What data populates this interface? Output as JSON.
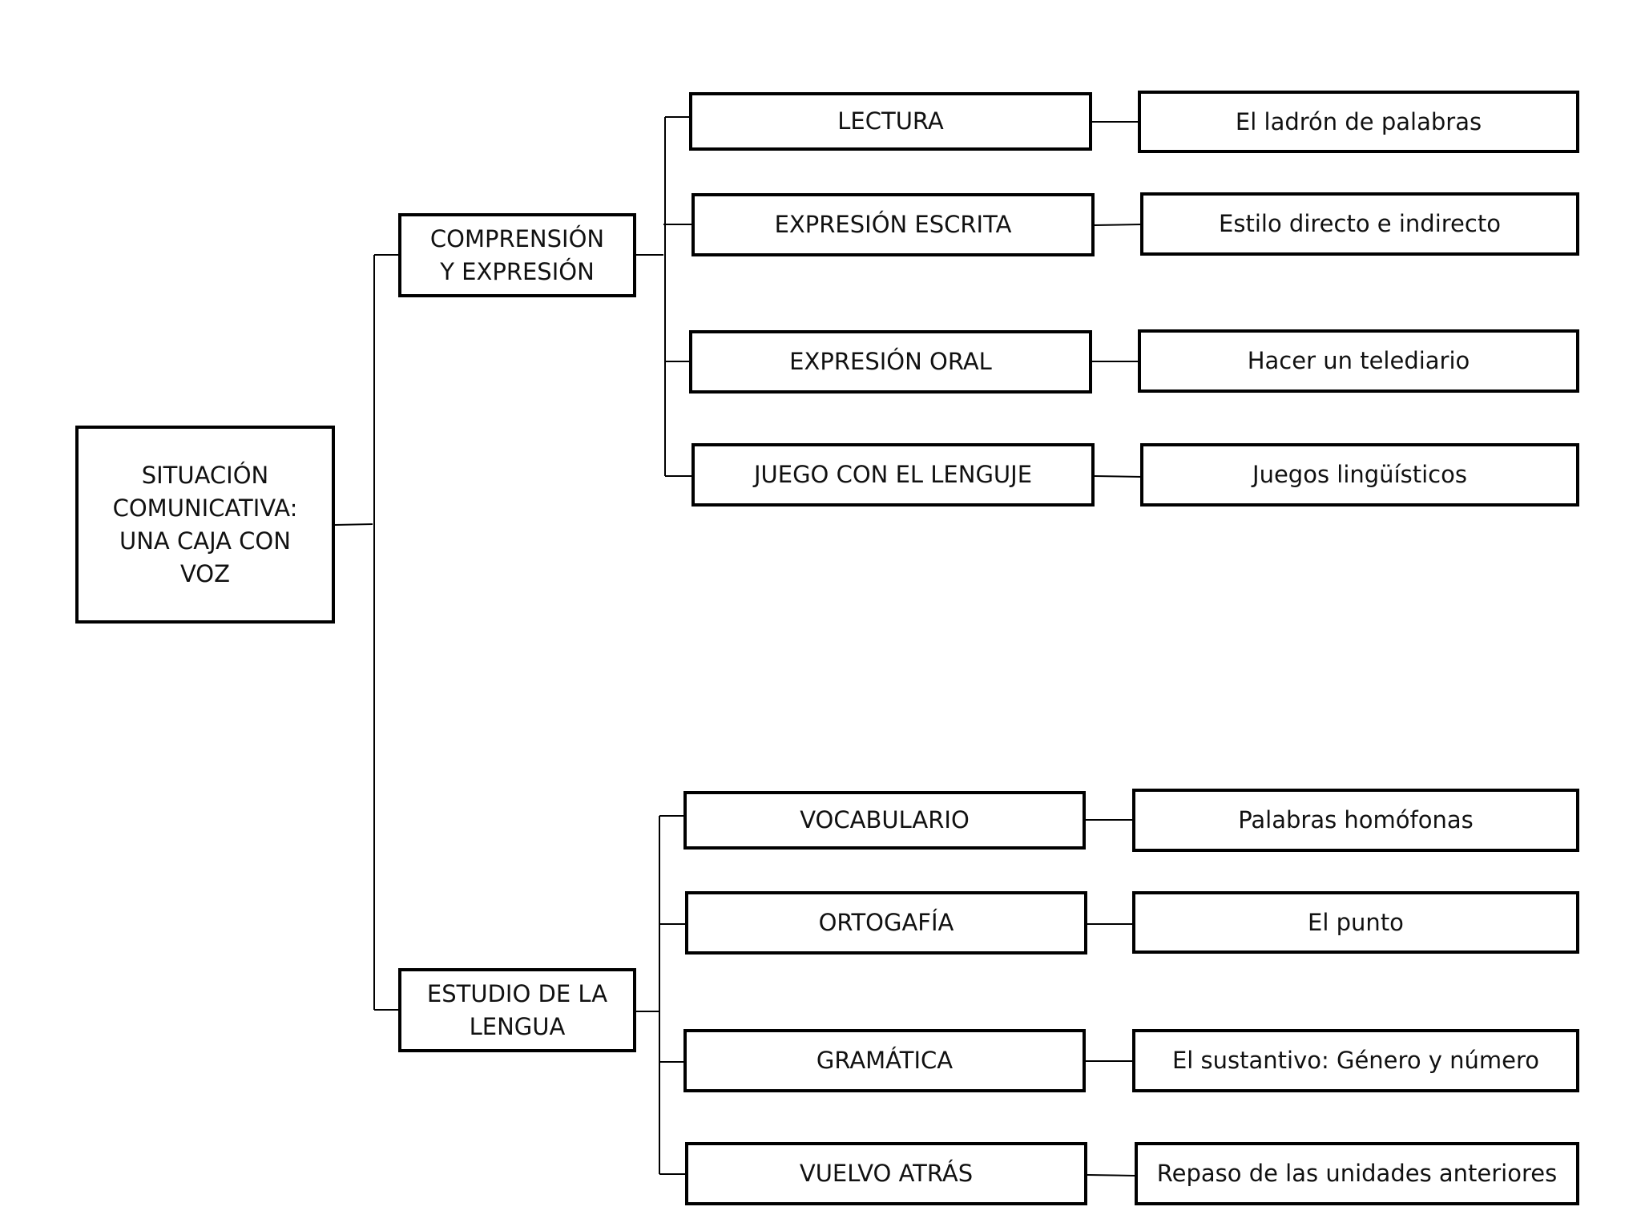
{
  "root": {
    "label": "SITUACIÓN\nCOMUNICATIVA:\nUNA CAJA CON\nVOZ"
  },
  "branches": [
    {
      "label": "COMPRENSIÓN\nY EXPRESIÓN",
      "items": [
        {
          "label": "LECTURA",
          "detail": "El ladrón de palabras"
        },
        {
          "label": "EXPRESIÓN ESCRITA",
          "detail": "Estilo directo e indirecto"
        },
        {
          "label": "EXPRESIÓN ORAL",
          "detail": "Hacer un telediario"
        },
        {
          "label": "JUEGO CON EL LENGUJE",
          "detail": "Juegos lingüísticos"
        }
      ]
    },
    {
      "label": "ESTUDIO DE LA\nLENGUA",
      "items": [
        {
          "label": "VOCABULARIO",
          "detail": "Palabras homófonas"
        },
        {
          "label": "ORTOGAFÍA",
          "detail": "El punto"
        },
        {
          "label": "GRAMÁTICA",
          "detail": "El sustantivo: Género y número"
        },
        {
          "label": "VUELVO ATRÁS",
          "detail": "Repaso de las unidades anteriores"
        }
      ]
    }
  ]
}
